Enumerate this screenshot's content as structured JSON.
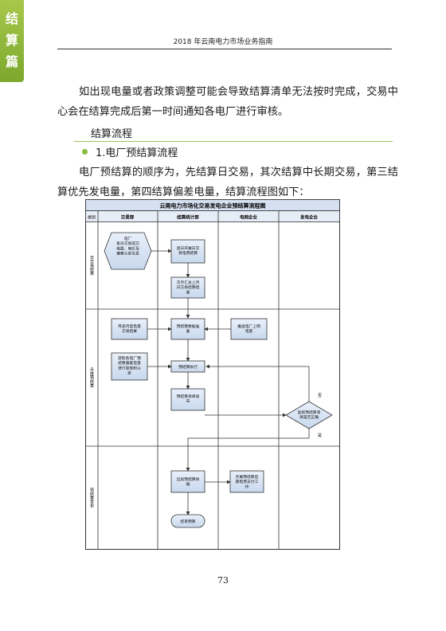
{
  "side_tab": [
    "结",
    "算",
    "篇"
  ],
  "running_head": "2018 年云南电力市场业务指南",
  "intro_paragraph": "如出现电量或者政策调整可能会导致结算清单无法按时完成，交易中心会在结算完成后第一时间通知各电厂进行审核。",
  "section_title": "结算流程",
  "subsection": "1.电厂预结算流程",
  "body_paragraph": "电厂预结算的顺序为，先结算日交易，其次结算中长期交易，第三结算优先发电量，第四结算偏差电量，结算流程图如下：",
  "flowchart": {
    "title": "云南电力市场化交易发电企业预结算流程图",
    "columns": [
      "类别",
      "交易部",
      "结算统计部",
      "电网企业",
      "发电企业"
    ],
    "lanes": [
      "日交易结算",
      "月度预结算",
      "预结算发布"
    ],
    "nodes": {
      "start": [
        "电厂",
        "各日交易成交",
        "电量、电价及",
        "偏差认定信息"
      ],
      "daily_settle": [
        "逐日开展日交",
        "易电费结算"
      ],
      "daily_summary": [
        "次月汇总上月",
        "日交易结算结",
        "果"
      ],
      "monthly_trade": [
        "传递月度电量",
        "交易结果"
      ],
      "data_prep": [
        "预结算数据准",
        "备"
      ],
      "grid_energy": [
        "推送电厂上网",
        "电量"
      ],
      "priority": [
        "获取各电厂预",
        "结算偏差电量",
        "进行复核和认",
        "定"
      ],
      "execute": [
        "预结算执行"
      ],
      "publish": [
        "预结算清单发",
        "布"
      ],
      "review": [
        "复核预结算清",
        "单是否正确"
      ],
      "issue": [
        "出具预结算依",
        "据"
      ],
      "payment": [
        "开展预结算后",
        "期电费支付工",
        "作"
      ],
      "end": [
        "结束预算"
      ]
    },
    "labels": {
      "no": "否",
      "yes": "是"
    }
  },
  "page_number": "73"
}
